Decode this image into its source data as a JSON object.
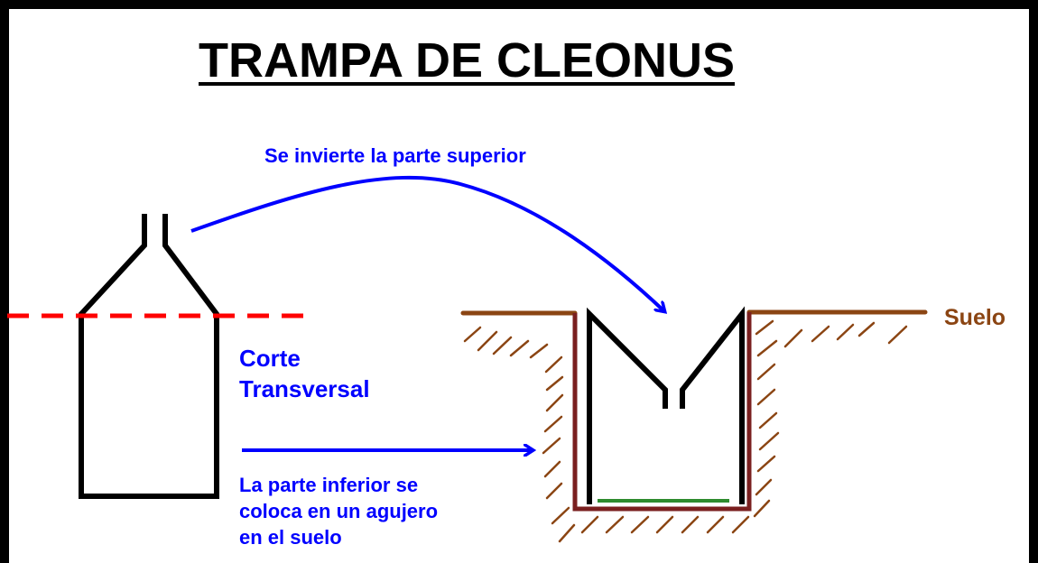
{
  "title": "TRAMPA DE CLEONUS",
  "labels": {
    "invert": "Se invierte la parte superior",
    "soil": "Suelo",
    "cut": [
      "Corte",
      "Transversal"
    ],
    "bottom": [
      "La parte inferior se",
      "coloca en un agujero",
      "en el suelo"
    ]
  },
  "colors": {
    "border": "#000000",
    "title": "#000000",
    "annotation": "#0000ff",
    "cut_line": "#ff0000",
    "soil": "#8b4513",
    "hole_wall": "#7a1f1f",
    "trap_body": "#000000",
    "trap_floor": "#2e8b2e",
    "background": "#ffffff"
  }
}
